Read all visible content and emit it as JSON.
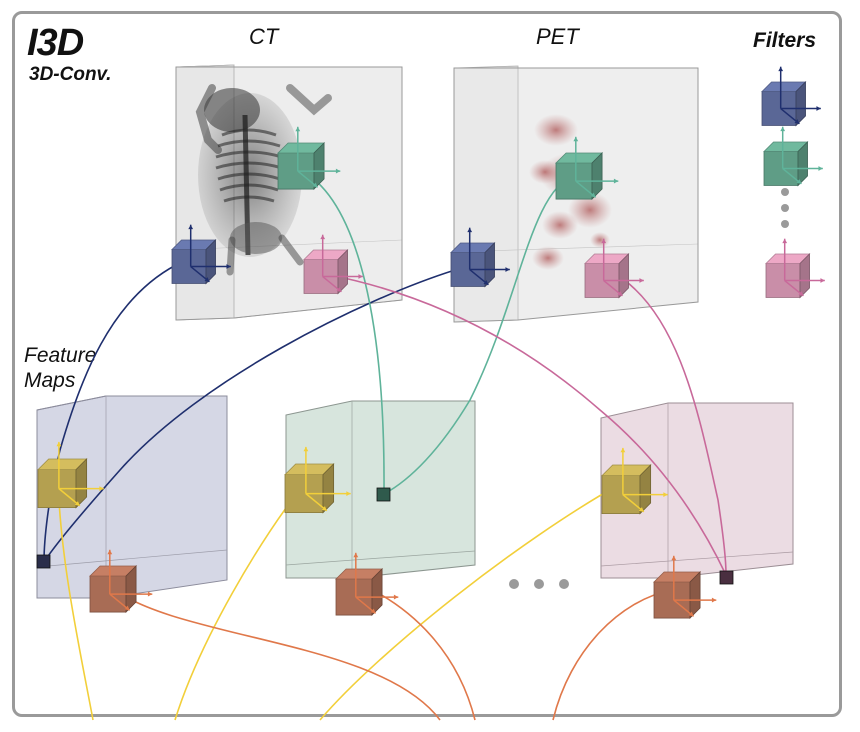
{
  "header": {
    "title": "I3D",
    "subtitle": "3D-Conv."
  },
  "inputs": [
    {
      "label": "CT"
    },
    {
      "label": "PET"
    }
  ],
  "legend": {
    "filters_label": "Filters"
  },
  "feature_maps": {
    "label_line1": "Feature",
    "label_line2": "Maps"
  },
  "colors": {
    "filter_blue": "#5a6796",
    "filter_green": "#5f9d86",
    "filter_pink": "#c98ea8",
    "kernel_yellow": "#b4a050",
    "kernel_orange": "#a86c55",
    "link_blue": "#1f2f6e",
    "link_green": "#5fb39a",
    "link_pink": "#c8699a",
    "link_yellow": "#f2cf3a",
    "link_orange": "#e0784a",
    "map_blue_tint": "#c7c9dc",
    "map_green_tint": "#cadcd2",
    "map_pink_tint": "#e4d0da"
  }
}
